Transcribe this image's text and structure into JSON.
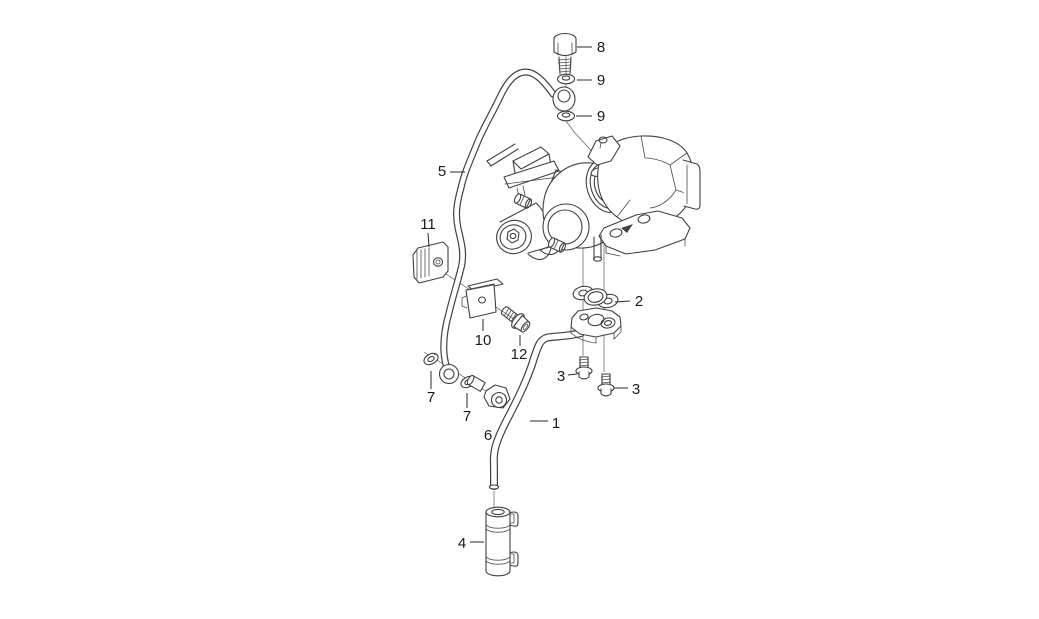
{
  "diagram": {
    "background_color": "#ffffff",
    "line_color": "#404040",
    "label_color": "#1a1a1a",
    "callouts": [
      {
        "label": "8"
      },
      {
        "label": "9"
      },
      {
        "label": "9"
      },
      {
        "label": "5"
      },
      {
        "label": "11"
      },
      {
        "label": "2"
      },
      {
        "label": "10"
      },
      {
        "label": "12"
      },
      {
        "label": "3"
      },
      {
        "label": "3"
      },
      {
        "label": "7"
      },
      {
        "label": "7"
      },
      {
        "label": "6"
      },
      {
        "label": "1"
      },
      {
        "label": "4"
      }
    ]
  }
}
